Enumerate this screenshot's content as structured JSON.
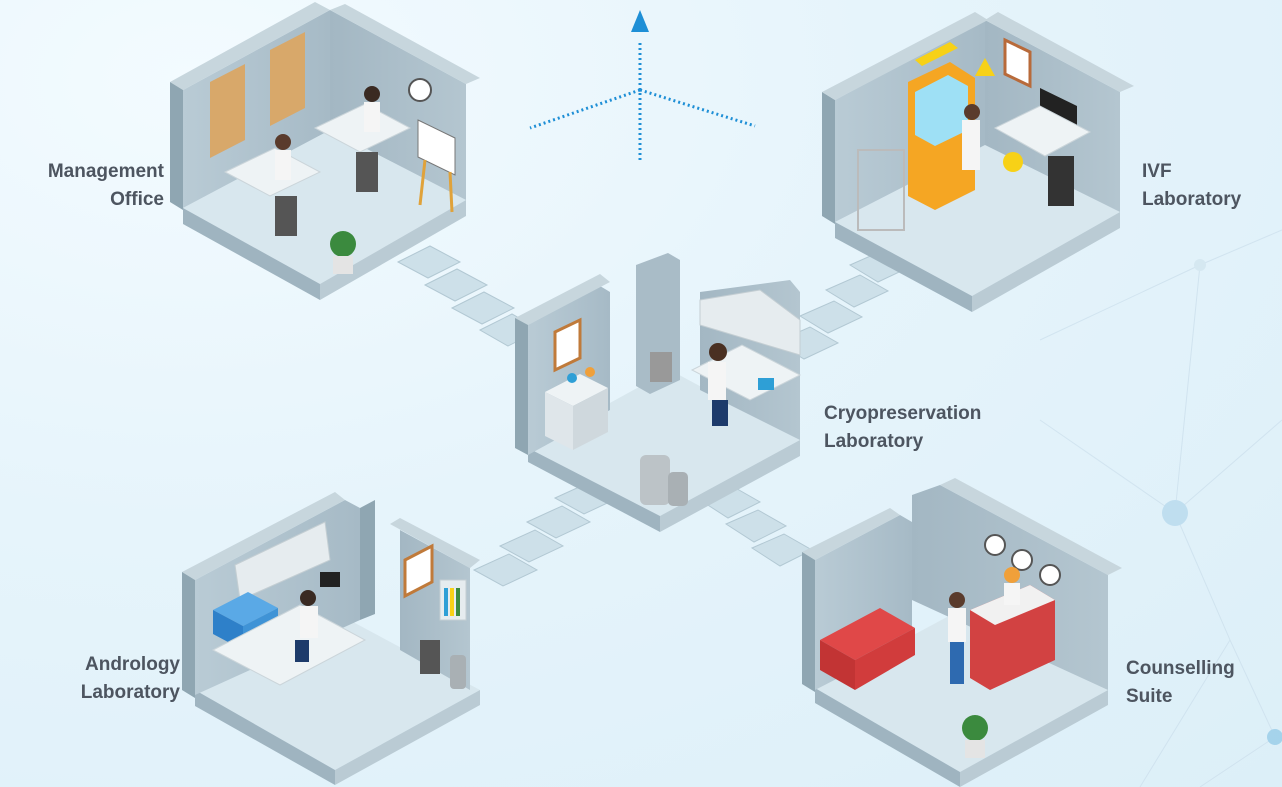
{
  "rooms": {
    "management": {
      "line1": "Management",
      "line2": "Office"
    },
    "ivf": {
      "line1": "IVF",
      "line2": "Laboratory"
    },
    "cryo": {
      "line1": "Cryopreservation",
      "line2": "Laboratory"
    },
    "andrology": {
      "line1": "Andrology",
      "line2": "Laboratory"
    },
    "counselling": {
      "line1": "Counselling",
      "line2": "Suite"
    }
  },
  "colors": {
    "background": "#e6f4fb",
    "floor": "#dbe9f0",
    "wall": "#a9bcc7",
    "wall_dark": "#8fa6b2",
    "arrow": "#1e8fd6",
    "label": "#4d5560"
  },
  "icons": [
    "compass-arrows-icon",
    "network-lines-icon"
  ]
}
